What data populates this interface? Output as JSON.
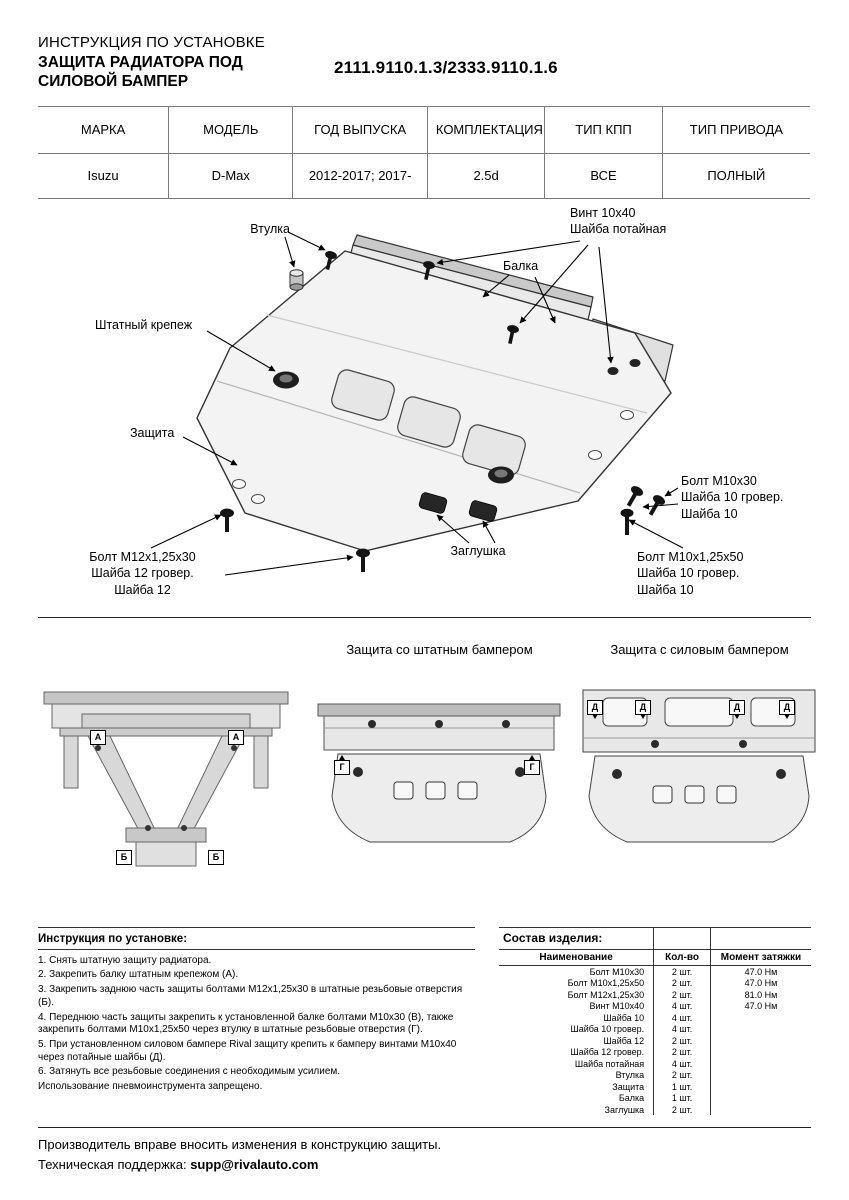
{
  "header": {
    "title_line1": "ИНСТРУКЦИЯ ПО УСТАНОВКЕ",
    "title_line2": "ЗАЩИТА РАДИАТОРА ПОД",
    "title_line3": "СИЛОВОЙ БАМПЕР",
    "part_number": "2111.9110.1.3/2333.9110.1.6"
  },
  "spec_table": {
    "headers": [
      "МАРКА",
      "МОДЕЛЬ",
      "ГОД ВЫПУСКА",
      "КОМПЛЕКТАЦИЯ",
      "ТИП КПП",
      "ТИП ПРИВОДА"
    ],
    "row": [
      "Isuzu",
      "D-Max",
      "2012-2017; 2017-",
      "2.5d",
      "ВСЕ",
      "ПОЛНЫЙ"
    ]
  },
  "diagram": {
    "callouts": {
      "bushing": [
        "Втулка"
      ],
      "screw": [
        "Винт 10х40",
        "Шайба потайная"
      ],
      "beam": [
        "Балка"
      ],
      "stock_fastener": [
        "Штатный крепеж"
      ],
      "guard": [
        "Защита"
      ],
      "bolt_m10x30": [
        "Болт М10х30",
        "Шайба 10 гровер.",
        "Шайба 10"
      ],
      "plug": [
        "Заглушка"
      ],
      "bolt_m12x125x30": [
        "Болт М12х1,25х30",
        "Шайба 12 гровер.",
        "Шайба 12"
      ],
      "bolt_m10x125x50": [
        "Болт М10х1,25х50",
        "Шайба 10 гровер.",
        "Шайба 10"
      ]
    }
  },
  "views": {
    "caption_left": "Защита со штатным бампером",
    "caption_right": "Защита с силовым бампером",
    "markers": {
      "stock_frame": [
        "А",
        "А",
        "Б",
        "Б"
      ],
      "stock_bumper": [
        "Г",
        "Г"
      ],
      "power_bumper": [
        "Д",
        "Д",
        "Д",
        "Д"
      ]
    }
  },
  "instructions": {
    "heading": "Инструкция по установке:",
    "steps": [
      "1. Снять штатную защиту радиатора.",
      "2. Закрепить балку штатным крепежом (А).",
      "3. Закрепить заднюю часть защиты болтами М12х1,25х30 в штатные резьбовые отверстия (Б).",
      "4. Переднюю часть защиты закрепить к установленной балке болтами М10х30 (В), также закрепить болтами М10х1,25х50 через втулку в штатные резьбовые отверстия (Г).",
      "5. При установленном силовом бампере Rival защиту крепить к бамперу винтами М10х40 через потайные шайбы (Д).",
      "6. Затянуть все резьбовые соединения с необходимым усилием.",
      "Использование пневмоинструмента запрещено."
    ]
  },
  "parts": {
    "heading": "Состав изделия:",
    "columns": [
      "Наименование",
      "Кол-во",
      "Момент затяжки"
    ],
    "rows": [
      {
        "name": "Болт М10х30",
        "qty": "2 шт.",
        "torque": "47.0 Нм"
      },
      {
        "name": "Болт М10х1,25х50",
        "qty": "2 шт.",
        "torque": "47.0 Нм"
      },
      {
        "name": "Болт М12х1,25х30",
        "qty": "2 шт.",
        "torque": "81.0 Нм"
      },
      {
        "name": "Винт М10х40",
        "qty": "4 шт.",
        "torque": "47.0 Нм"
      },
      {
        "name": "Шайба 10",
        "qty": "4 шт.",
        "torque": ""
      },
      {
        "name": "Шайба 10 гровер.",
        "qty": "4 шт.",
        "torque": ""
      },
      {
        "name": "Шайба 12",
        "qty": "2 шт.",
        "torque": ""
      },
      {
        "name": "Шайба 12 гровер.",
        "qty": "2 шт.",
        "torque": ""
      },
      {
        "name": "Шайба потайная",
        "qty": "4 шт.",
        "torque": ""
      },
      {
        "name": "Втулка",
        "qty": "2 шт.",
        "torque": ""
      },
      {
        "name": "Защита",
        "qty": "1 шт.",
        "torque": ""
      },
      {
        "name": "Балка",
        "qty": "1 шт.",
        "torque": ""
      },
      {
        "name": "Заглушка",
        "qty": "2 шт.",
        "torque": ""
      }
    ]
  },
  "footer": {
    "line1": "Производитель вправе вносить изменения в конструкцию защиты.",
    "support_label": "Техническая поддержка: ",
    "support_email": "supp@rivalauto.com"
  }
}
